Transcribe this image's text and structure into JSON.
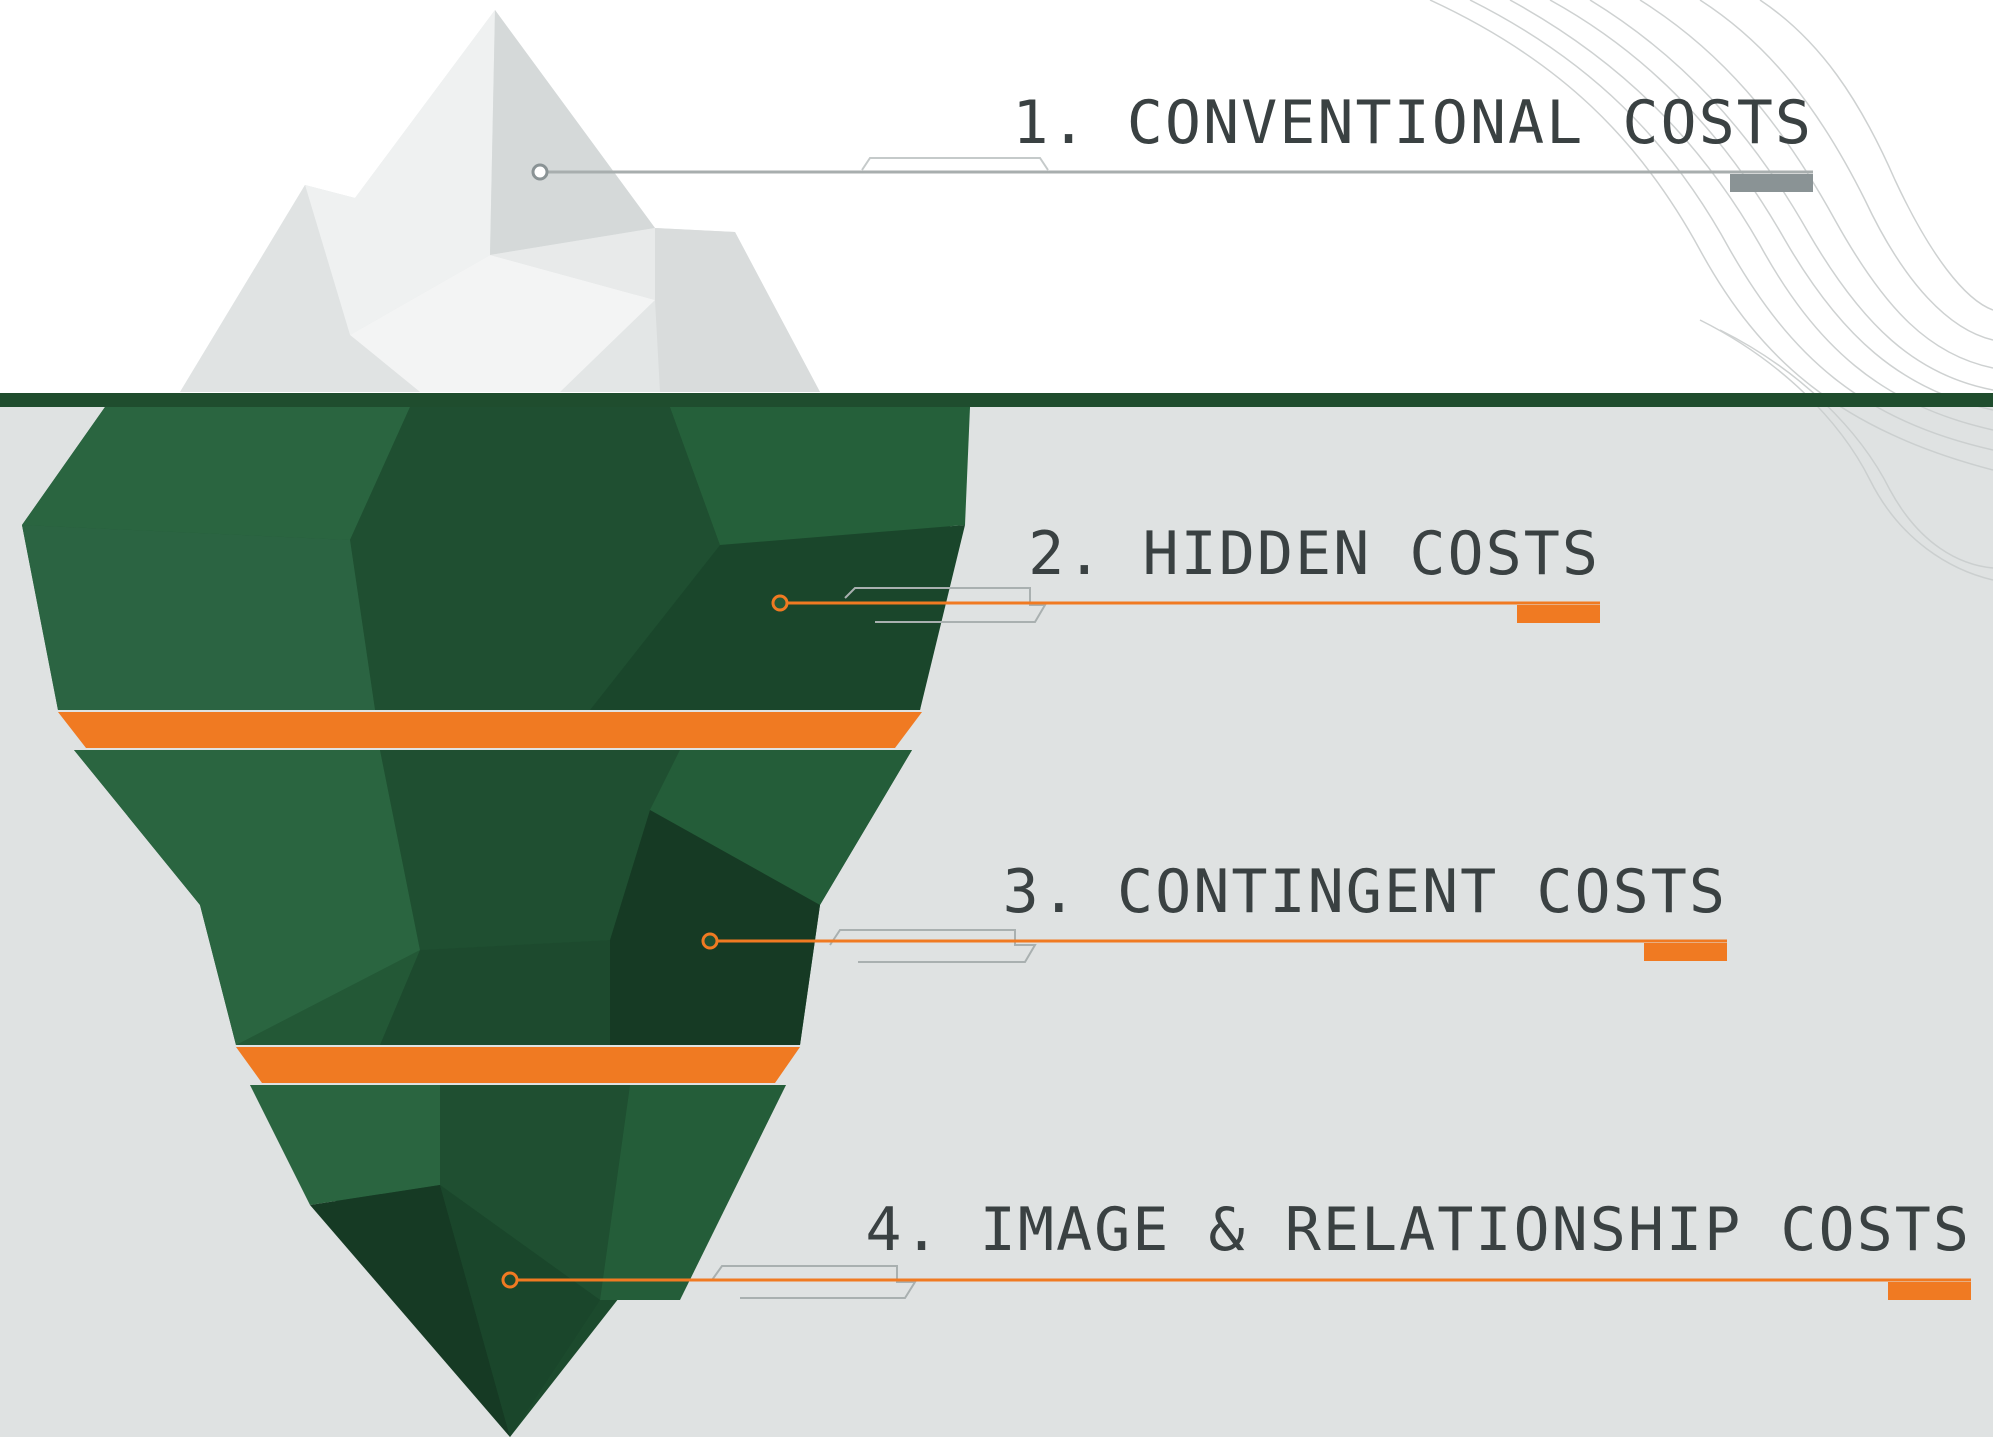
{
  "diagram": {
    "type": "iceberg",
    "colors": {
      "sky": "#ffffff",
      "water": "#dfe2e2",
      "waterline": "#1f4d2e",
      "ice": "#e9ebeb",
      "underwater_green": "#245a37",
      "underwater_dark": "#163a24",
      "accent_orange": "#f07a22",
      "above_marker_gray": "#8a9395",
      "label_text": "#3a4142"
    },
    "labels": [
      {
        "text": "1. CONVENTIONAL COSTS",
        "marker_color": "#8a9395"
      },
      {
        "text": "2. HIDDEN COSTS",
        "marker_color": "#f07a22"
      },
      {
        "text": "3. CONTINGENT COSTS",
        "marker_color": "#f07a22"
      },
      {
        "text": "4. IMAGE & RELATIONSHIP COSTS",
        "marker_color": "#f07a22"
      }
    ]
  }
}
